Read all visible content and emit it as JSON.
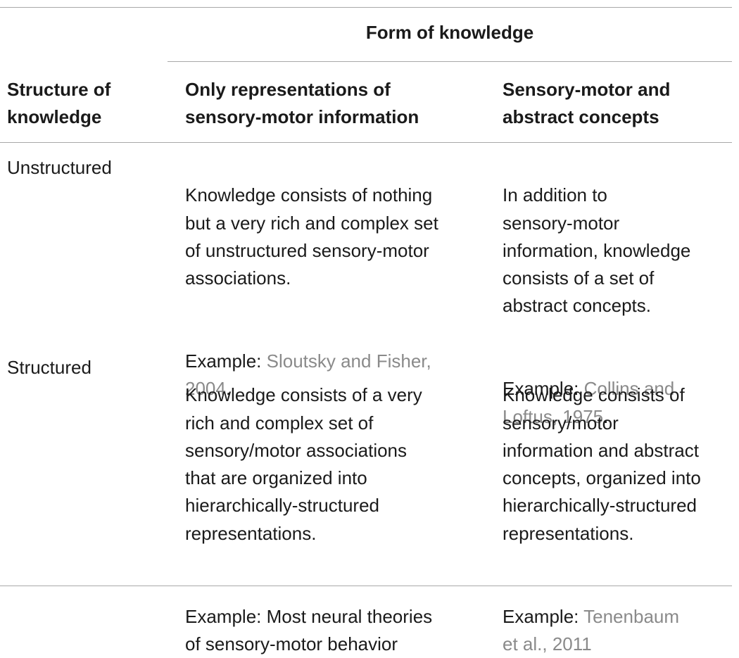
{
  "table": {
    "spanning_header": "Form of knowledge",
    "row_header_label": "Structure of\nknowledge",
    "column_headers": [
      "Only representations of\nsensory-motor information",
      "Sensory-motor and\nabstract concepts"
    ],
    "rows": [
      {
        "label": "Unstructured",
        "cells": [
          {
            "text": "Knowledge consists of nothing\nbut a very rich and complex set\nof unstructured sensory-motor\nassociations.",
            "example_prefix": "Example: ",
            "example_ref": "Sloutsky and Fisher,\n2004",
            "example_suffix": "."
          },
          {
            "text": "In addition to\nsensory-motor\ninformation, knowledge\nconsists of a set of\nabstract concepts.",
            "example_prefix": "Example: ",
            "example_ref": "Collins and\nLoftus, 1975",
            "example_suffix": "."
          }
        ]
      },
      {
        "label": "Structured",
        "cells": [
          {
            "text": "Knowledge consists of a very\nrich and complex set of\nsensory/motor associations\nthat are organized into\nhierarchically-structured\nrepresentations.",
            "example_prefix": "Example: Most neural theories\nof sensory-motor behavior",
            "example_ref": "",
            "example_suffix": ""
          },
          {
            "text": "Knowledge consists of\nsensory/motor\ninformation and abstract\nconcepts, organized into\nhierarchically-structured\nrepresentations.",
            "example_prefix": "Example: ",
            "example_ref": "Tenenbaum\net al., 2011",
            "example_suffix": ""
          }
        ]
      }
    ]
  }
}
